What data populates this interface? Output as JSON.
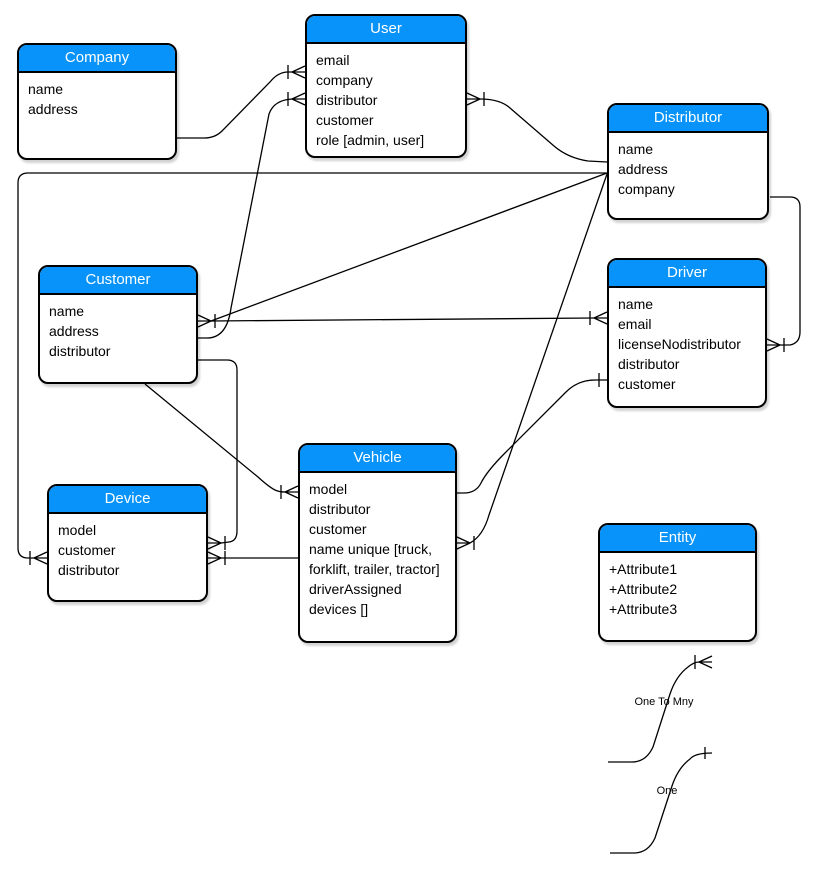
{
  "diagram": {
    "type": "entity-relationship",
    "colors": {
      "header_fill": "#0793FA",
      "header_text": "#FFFFFF",
      "border": "#000000",
      "text": "#000000",
      "line": "#000000",
      "background": "#FFFFFF"
    },
    "entities": [
      {
        "id": "company",
        "title": "Company",
        "attributes": [
          "name",
          "address"
        ]
      },
      {
        "id": "user",
        "title": "User",
        "attributes": [
          "email",
          "company",
          "distributor",
          "customer",
          "role [admin, user]"
        ]
      },
      {
        "id": "distributor",
        "title": "Distributor",
        "attributes": [
          "name",
          "address",
          "company"
        ]
      },
      {
        "id": "customer",
        "title": "Customer",
        "attributes": [
          "name",
          "address",
          "distributor"
        ]
      },
      {
        "id": "driver",
        "title": "Driver",
        "attributes": [
          "name",
          "email",
          "licenseNodistributor",
          "distributor",
          "customer"
        ]
      },
      {
        "id": "device",
        "title": "Device",
        "attributes": [
          "model",
          "customer",
          "distributor"
        ]
      },
      {
        "id": "vehicle",
        "title": "Vehicle",
        "attributes": [
          "model",
          "distributor",
          "customer",
          "name unique [truck, forklift, trailer, tractor]",
          "driverAssigned",
          "devices []"
        ]
      },
      {
        "id": "entity",
        "title": "Entity",
        "attributes": [
          "+Attribute1",
          "+Attribute2",
          "+Attribute3"
        ]
      }
    ],
    "relationships": [
      {
        "a": "User",
        "b": "Company",
        "a_end": "many",
        "b_end": "none"
      },
      {
        "a": "User",
        "b": "Customer",
        "a_end": "many",
        "b_end": "none"
      },
      {
        "a": "User",
        "b": "Distributor",
        "a_end": "many",
        "b_end": "none"
      },
      {
        "a": "Device",
        "b": "Distributor",
        "a_end": "many",
        "b_end": "none"
      },
      {
        "a": "Customer",
        "b": "Distributor",
        "a_end": "many",
        "b_end": "none"
      },
      {
        "a": "Vehicle",
        "b": "Distributor",
        "a_end": "many",
        "b_end": "none"
      },
      {
        "a": "Customer",
        "b": "Driver",
        "a_end": "many",
        "b_end": "many"
      },
      {
        "a": "Driver",
        "b": "Vehicle",
        "a_end": "one",
        "b_end": "none"
      },
      {
        "a": "Driver",
        "b": "Distributor",
        "a_end": "many",
        "b_end": "none"
      },
      {
        "a": "Device",
        "b": "Customer",
        "a_end": "many",
        "b_end": "none"
      },
      {
        "a": "Device",
        "b": "Vehicle",
        "a_end": "many",
        "b_end": "none"
      },
      {
        "a": "Vehicle",
        "b": "Customer",
        "a_end": "many",
        "b_end": "none"
      }
    ],
    "legend": [
      {
        "label": "One To Mny",
        "symbol": "crows-foot"
      },
      {
        "label": "One",
        "symbol": "tick"
      }
    ]
  }
}
